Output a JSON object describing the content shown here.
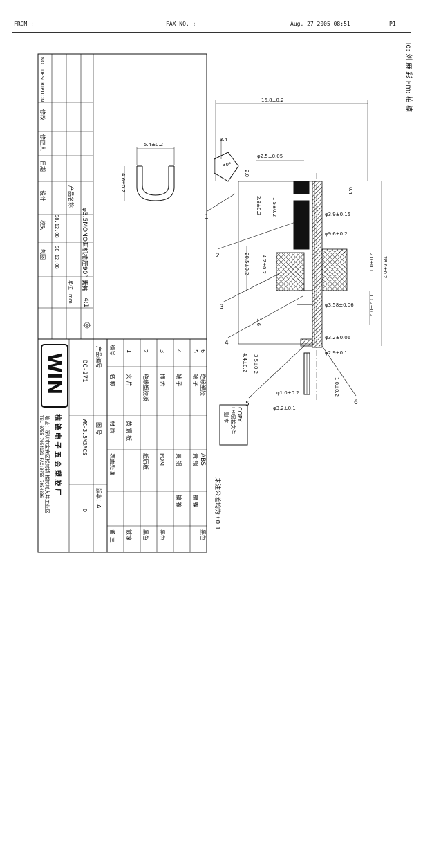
{
  "fax_header": {
    "from": "FROM :",
    "fax_no": "FAX NO. :",
    "datetime": "Aug. 27 2005 08:51",
    "page": "P1"
  },
  "handwritten_note": "To: 刘 麻 彩  Fm: 柏 楠",
  "title_block": {
    "labels": {
      "no": "NO",
      "description": "DESCRIPTION",
      "revise": "修改",
      "reviser": "修正人",
      "date": "日期",
      "design": "设计",
      "product_name": "产品名称",
      "check": "校对",
      "drafter": "制图",
      "unit": "单位",
      "scale": "比例"
    },
    "product_name_value": "φ3.5MONO耳机插座90°  夹片",
    "unit_value": "mm",
    "scale_value": "4:1",
    "dates": [
      "98.12.08",
      "98.12.08"
    ],
    "company": {
      "logo": "WIN",
      "name_cn": "樵 锋 电 子 五 金 塑 胶 厂",
      "address": "地址：深圳市宝安区松岗镇 楼岗村大井工业区",
      "phone_fax": "TEL:0755 7054131  FAX:0755 7054836"
    },
    "product_code_label": "产品编号",
    "product_code_value": "DC-271",
    "drawing_no_label": "图  号",
    "drawing_no_value": "WK-3.5M3ACS",
    "version_label": "版本：A",
    "version_value": "0"
  },
  "parts_table": {
    "headers": [
      "编号",
      "名    称",
      "材    质",
      "表面处理",
      "备    注"
    ],
    "rows": [
      {
        "no": "6",
        "name": "绝缘塑胶",
        "material": "ABS",
        "finish": "",
        "note": "黑色"
      },
      {
        "no": "5",
        "name": "端  子",
        "material": "黄  铜",
        "finish": "镀  镍",
        "note": ""
      },
      {
        "no": "4",
        "name": "端  子",
        "material": "黄  铜",
        "finish": "镀  镍",
        "note": ""
      },
      {
        "no": "3",
        "name": "插  舌",
        "material": "POM",
        "finish": "",
        "note": "黑色"
      },
      {
        "no": "2",
        "name": "绝缘塑胶板",
        "material": "纸质板",
        "finish": "",
        "note": "黑色"
      },
      {
        "no": "1",
        "name": "夹  片",
        "material": "黄 铜 板",
        "finish": "",
        "note": "镀镍"
      }
    ]
  },
  "stamp": {
    "line1": "COPY",
    "line2": "LHI受控文件",
    "line3": "副  本"
  },
  "tolerance_note": "未注公差均为±0.1",
  "dimensions": {
    "overall_length": "16.8±0.2",
    "top_width": "5.4±0.2",
    "side_height": "4.6±0.2",
    "d25": "φ2.5±0.05",
    "d39": "φ3.9±0.15",
    "d96": "φ9.6±0.2",
    "d358": "φ3.58±0.06",
    "d32a": "φ3.2±0.06",
    "d29": "φ2.9±0.1",
    "d10": "φ1.0±0.2",
    "d32b": "φ3.2±0.1",
    "h20": "2.0",
    "h28": "2.8±0.2",
    "h15": "1.5±0.2",
    "h205": "20.5±0.2",
    "h42": "4.2±0.2",
    "h16": "1.6",
    "h44": "4.4±0.2",
    "h35": "3.5±0.2",
    "h10": "1.0±0.2",
    "r20": "2.0±0.1",
    "r102": "10.2±0.2",
    "r286": "28.6±0.2",
    "a04": "0.4",
    "a34": "3.4",
    "a30": "30°"
  },
  "callouts": [
    "1",
    "2",
    "3",
    "4",
    "5",
    "6"
  ]
}
